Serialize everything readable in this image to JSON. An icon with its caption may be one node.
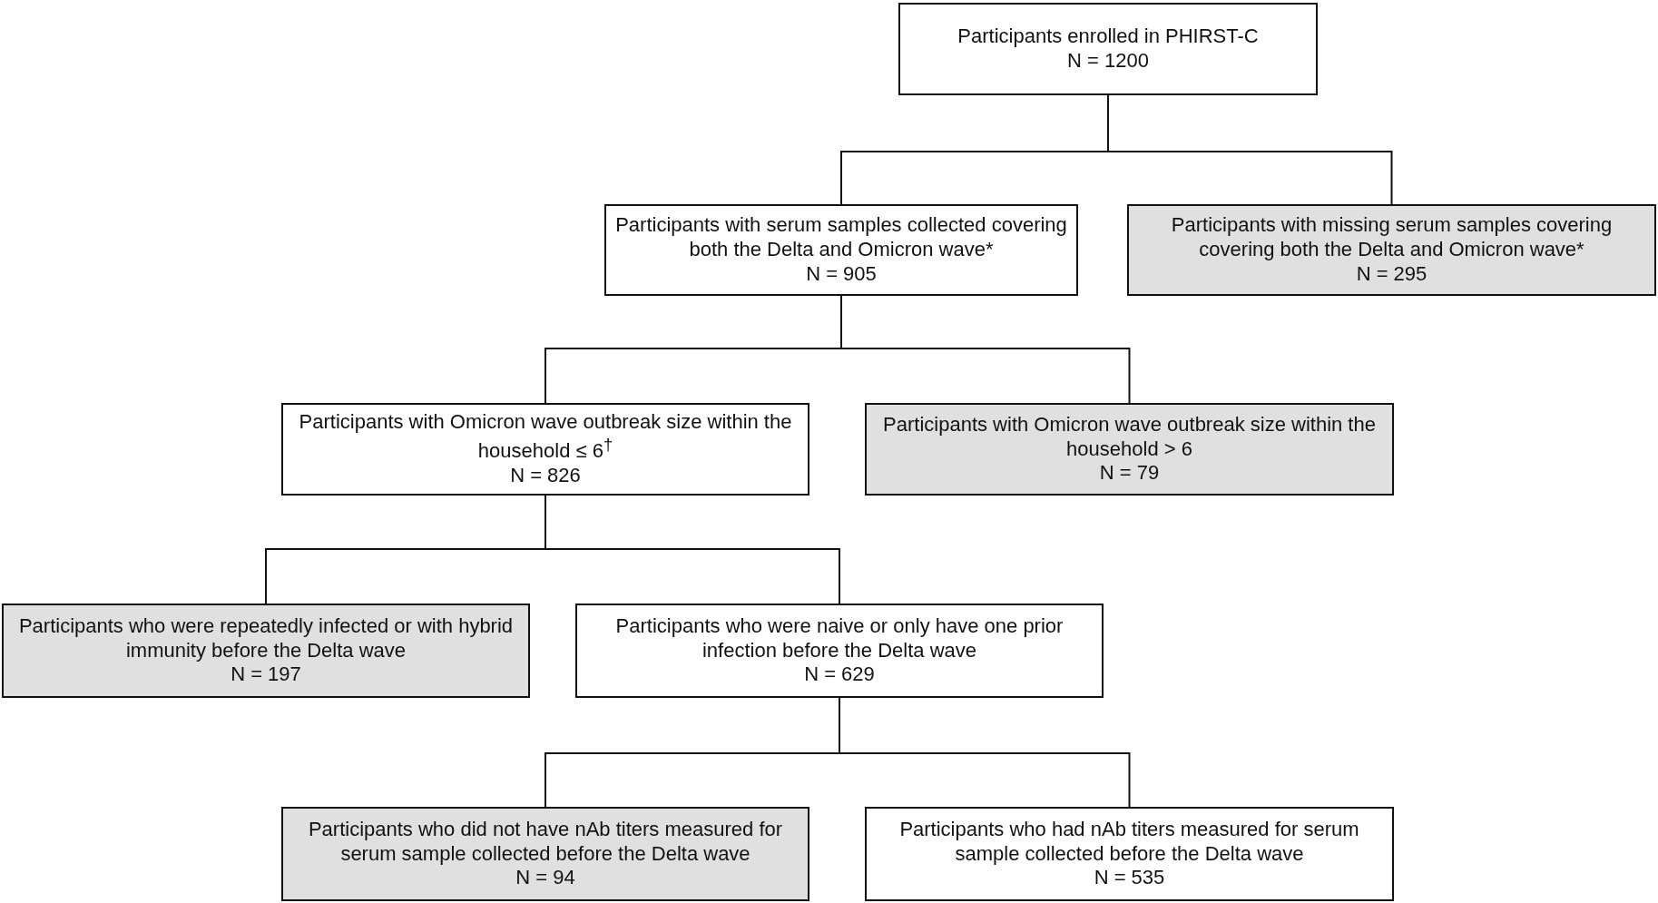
{
  "diagram": {
    "nodes": [
      {
        "text": [
          "Participants enrolled in PHIRST-C",
          "N = 1200"
        ]
      },
      {
        "text": [
          "Participants with serum samples collected covering both the Delta and Omicron wave*",
          "N = 905"
        ]
      },
      {
        "text": [
          "Participants with missing serum samples covering covering both the Delta and Omicron wave*",
          "N = 295"
        ]
      },
      {
        "text": [
          "Participants with Omicron wave outbreak size within the household ≤ 6$^{†}$",
          "N = 826"
        ]
      },
      {
        "text": [
          "Participants with Omicron wave outbreak size within the household > 6",
          "N = 79"
        ]
      },
      {
        "text": [
          "Participants who were repeatedly infected or with hybrid immunity before the Delta wave",
          "N = 197"
        ]
      },
      {
        "text": [
          "Participants who were naive or only have one prior infection before the Delta wave",
          "N = 629"
        ]
      },
      {
        "text": [
          "Participants who did not have nAb titers measured for serum sample collected before the Delta wave",
          "N = 94"
        ]
      },
      {
        "text": [
          "Participants who had nAb titers measured for serum sample collected before the Delta wave",
          "N = 535"
        ]
      }
    ],
    "edges": [
      {
        "from": 0,
        "to": 1,
        "arrow": "none"
      },
      {
        "from": 0,
        "to": 2,
        "arrow": "none"
      },
      {
        "from": 1,
        "to": 3,
        "arrow": "none"
      },
      {
        "from": 1,
        "to": 4,
        "arrow": "none"
      },
      {
        "from": 3,
        "to": 5,
        "arrow": "none"
      },
      {
        "from": 3,
        "to": 6,
        "arrow": "none"
      },
      {
        "from": 6,
        "to": 7,
        "arrow": "none"
      },
      {
        "from": 6,
        "to": 8,
        "arrow": "none"
      }
    ]
  }
}
